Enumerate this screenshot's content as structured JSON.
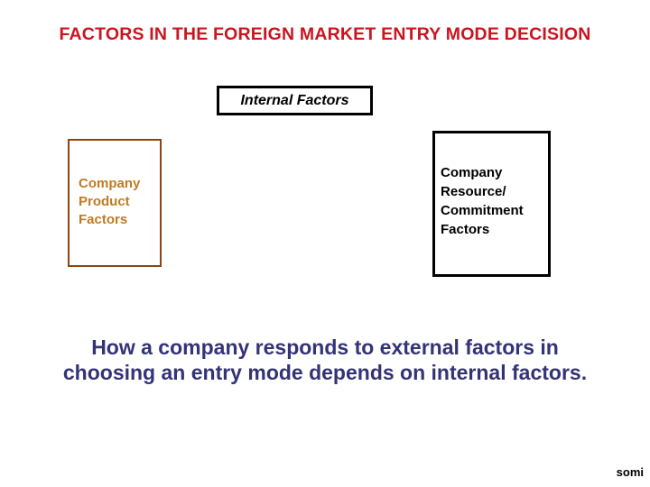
{
  "slide": {
    "title": "FACTORS IN THE FOREIGN MARKET ENTRY MODE DECISION",
    "internal_factors_box": {
      "label": "Internal Factors"
    },
    "company_product_box": {
      "lines": [
        "Company",
        "Product",
        "Factors"
      ]
    },
    "company_resource_box": {
      "lines": [
        "Company",
        "Resource/",
        "Commitment",
        "Factors"
      ]
    },
    "statement": {
      "line1": "How a company responds to external factors in",
      "line2": "choosing an entry mode depends on internal factors."
    },
    "watermark": "somi",
    "colors": {
      "title_red": "#CC1420",
      "statement_blue": "#333377",
      "product_box_border": "#8C4510",
      "product_box_text": "#BF7B24",
      "box_border_black": "#000000",
      "background": "#FFFFFF"
    }
  }
}
